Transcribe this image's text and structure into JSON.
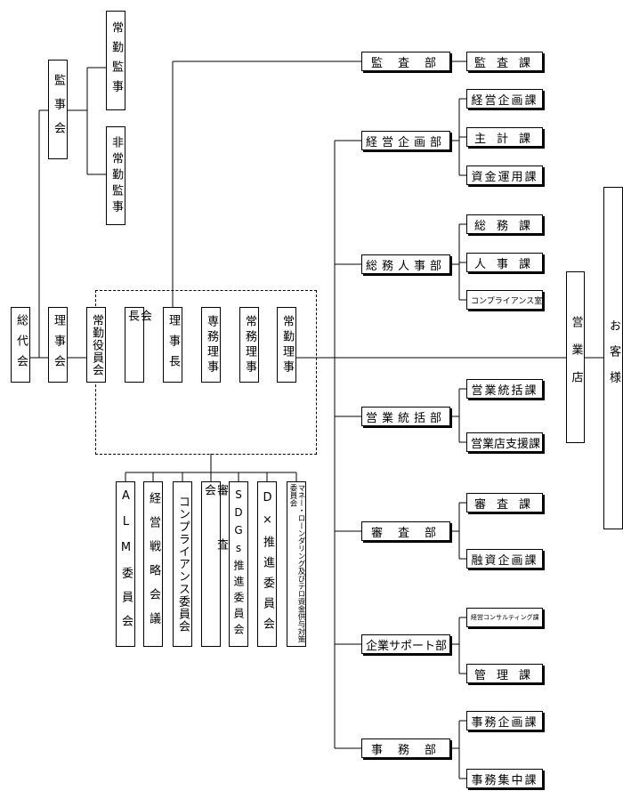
{
  "nodes": {
    "sodaikai": "総代会",
    "rijikai": "理事会",
    "kanjikai": "監事会",
    "jokin_kanji": "常勤監事",
    "hijokin_kanji": "非常勤監事",
    "jokin_yakuinkai": "常勤役員会",
    "kaicho": "会長",
    "rijicho": "理事長",
    "senmu": "専務理事",
    "jomu": "常務理事",
    "jokin_riji": "常勤理事",
    "eigyoten": "営業店",
    "okyakusama": "お客様"
  },
  "committees": [
    {
      "key": "alm",
      "label": "ALM委員会"
    },
    {
      "key": "keiei_senryaku",
      "label": "経営戦略会議"
    },
    {
      "key": "compliance",
      "label": "コンプライアンス委員会"
    },
    {
      "key": "shinsa",
      "label": "審査会"
    },
    {
      "key": "sdgs",
      "label": "SDGs推進委員会"
    },
    {
      "key": "dx",
      "label": "D×推進委員会"
    },
    {
      "key": "money",
      "label": "マネー・ローンダリング及びテロ資金供与対策委員会"
    }
  ],
  "departments": {
    "kansa_bu": "監査部",
    "keiei_kikaku_bu": "経営企画部",
    "somu_jinji_bu": "総務人事部",
    "eigyo_tokatsu_bu": "営業統括部",
    "shinsa_bu": "審査部",
    "kigyo_support_bu": "企業サポート部",
    "jimu_bu": "事務部"
  },
  "sections": {
    "kansa_ka": "監査課",
    "keiei_kikaku_ka": "経営企画課",
    "shukei_ka": "主計課",
    "shikin_unyo_ka": "資金運用課",
    "somu_ka": "総務課",
    "jinji_ka": "人事課",
    "compliance_shitsu": "コンプライアンス室",
    "eigyo_tokatsu_ka": "営業統括課",
    "eigyoten_shien_ka": "営業店支援課",
    "shinsa_ka": "審査課",
    "yushi_kikaku_ka": "融資企画課",
    "keiei_consulting_ka": "経営コンサルティング課",
    "kanri_ka": "管理課",
    "jimu_kikaku_ka": "事務企画課",
    "jimu_shuchu_ka": "事務集中課"
  }
}
